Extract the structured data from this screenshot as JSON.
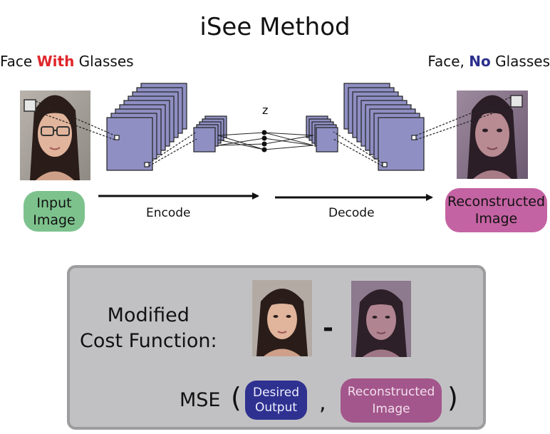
{
  "title": "iSee Method",
  "input_caption": {
    "pre": "Face ",
    "highlight": "With",
    "post": " Glasses"
  },
  "output_caption": {
    "pre": "Face, ",
    "highlight": "No",
    "post": " Glasses"
  },
  "input_pill": "Input Image",
  "recon_pill": "Reconstructed Image",
  "encode_label": "Encode",
  "decode_label": "Decode",
  "latent_label": "z",
  "cost": {
    "label_line1": "Modified",
    "label_line2": "Cost Function:",
    "minus": "-",
    "mse": "MSE",
    "open_paren": "(",
    "comma": ",",
    "close_paren": ")",
    "desired_pill": "Desired Output",
    "recon_pill": "Reconstructed Image"
  },
  "colors": {
    "input_pill": "#7dc28d",
    "recon_pill": "#c463a3",
    "desired_pill": "#2e3190",
    "recon_pill_dim": "#a3568b",
    "layer_fill": "#8f8fc4",
    "with_highlight": "#e0262b",
    "no_highlight": "#2b2f8c",
    "cost_box": "#c1c1c3"
  },
  "icons": {
    "input_face": "face-with-glasses-photo",
    "output_face": "face-no-glasses-photo",
    "desired_face": "desired-output-photo",
    "recon_face": "reconstructed-face-photo"
  }
}
